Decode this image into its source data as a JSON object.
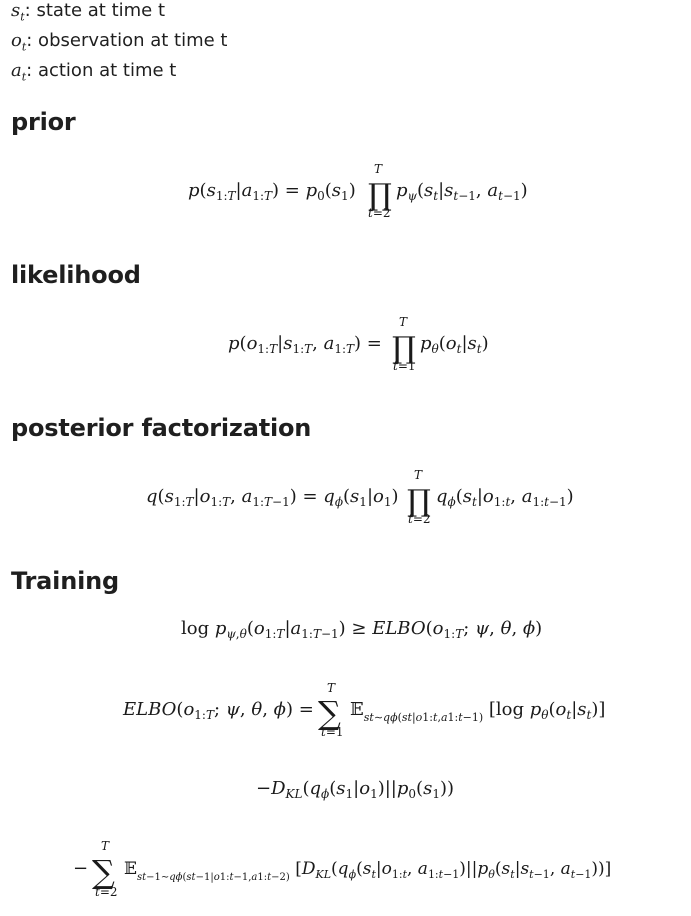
{
  "definitions": [
    {
      "symbol": "s",
      "subscript": "t",
      "text": ": state at time t"
    },
    {
      "symbol": "o",
      "subscript": "t",
      "text": ": observation at time t"
    },
    {
      "symbol": "a",
      "subscript": "t",
      "text": ": action at time t"
    }
  ],
  "sections": {
    "prior": "prior",
    "likelihood": "likelihood",
    "posterior": "posterior factorization",
    "training": "Training"
  },
  "equations": {
    "prior": "p(s_{1:T}|a_{1:T}) = p_0(s_1) \\prod_{t=2}^{T} p_\\psi(s_t|s_{t-1}, a_{t-1})",
    "likelihood": "p(o_{1:T}|s_{1:T}, a_{1:T}) = \\prod_{t=1}^{T} p_\\theta(o_t|s_t)",
    "posterior": "q(s_{1:T}|o_{1:T}, a_{1:T-1}) = q_\\phi(s_1|o_1) \\prod_{t=2}^{T} q_\\phi(s_t|o_{1:t}, a_{1:t-1})",
    "bound": "\\log p_{\\psi,\\theta}(o_{1:T}|a_{1:T-1}) \\ge ELBO(o_{1:T}; \\psi, \\theta, \\phi)",
    "elbo_term1": "ELBO(o_{1:T}; \\psi, \\theta, \\phi) = \\sum_{t=1}^{T} E_{s_t \\sim q_\\phi(s_t|o_{1:t}, a_{1:t-1})} [\\log p_\\theta(o_t|s_t)]",
    "elbo_term2": "-D_{KL}(q_\\phi(s_1|o_1)||p_0(s_1))",
    "elbo_term3": "-\\sum_{t=2}^{T} E_{s_{t-1} \\sim q_\\phi(s_{t-1}|o_{1:t-1}, a_{1:t-2})} [D_{KL}(q_\\phi(s_t|o_{1:t}, a_{1:t-1})||p_\\theta(s_t|s_{t-1}, a_{t-1}))]"
  }
}
